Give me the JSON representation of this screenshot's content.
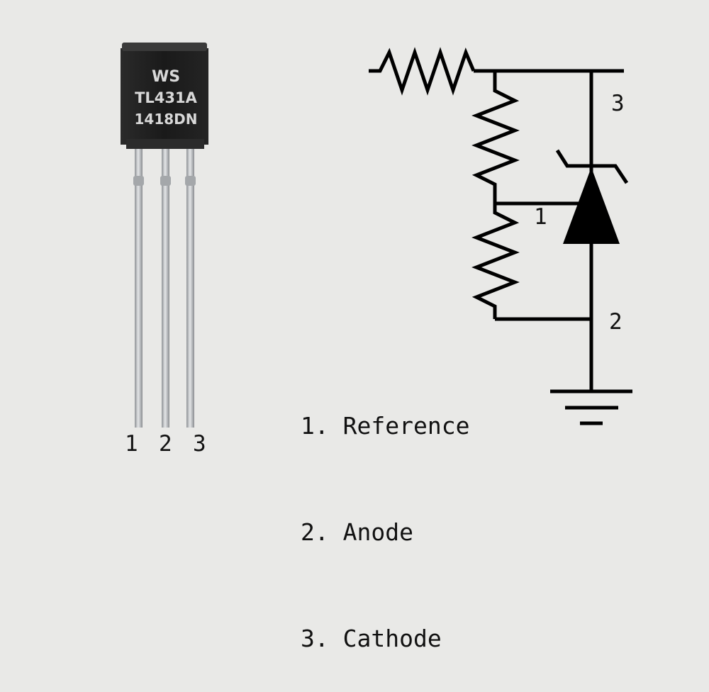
{
  "component": {
    "marking_line1": "WS",
    "marking_line2": "TL431A",
    "marking_line3": "1418DN",
    "body_color": "#1b1b1b",
    "lead_color": "#b9bcbf"
  },
  "pin_labels": [
    "1",
    "2",
    "3"
  ],
  "schematic": {
    "pin_ref": "1",
    "pin_anode": "2",
    "pin_cathode": "3",
    "stroke_color": "#000000"
  },
  "legend": [
    {
      "number": "1.",
      "name": "Reference"
    },
    {
      "number": "2.",
      "name": "Anode"
    },
    {
      "number": "3.",
      "name": "Cathode"
    }
  ],
  "background_color": "#e9e9e7"
}
